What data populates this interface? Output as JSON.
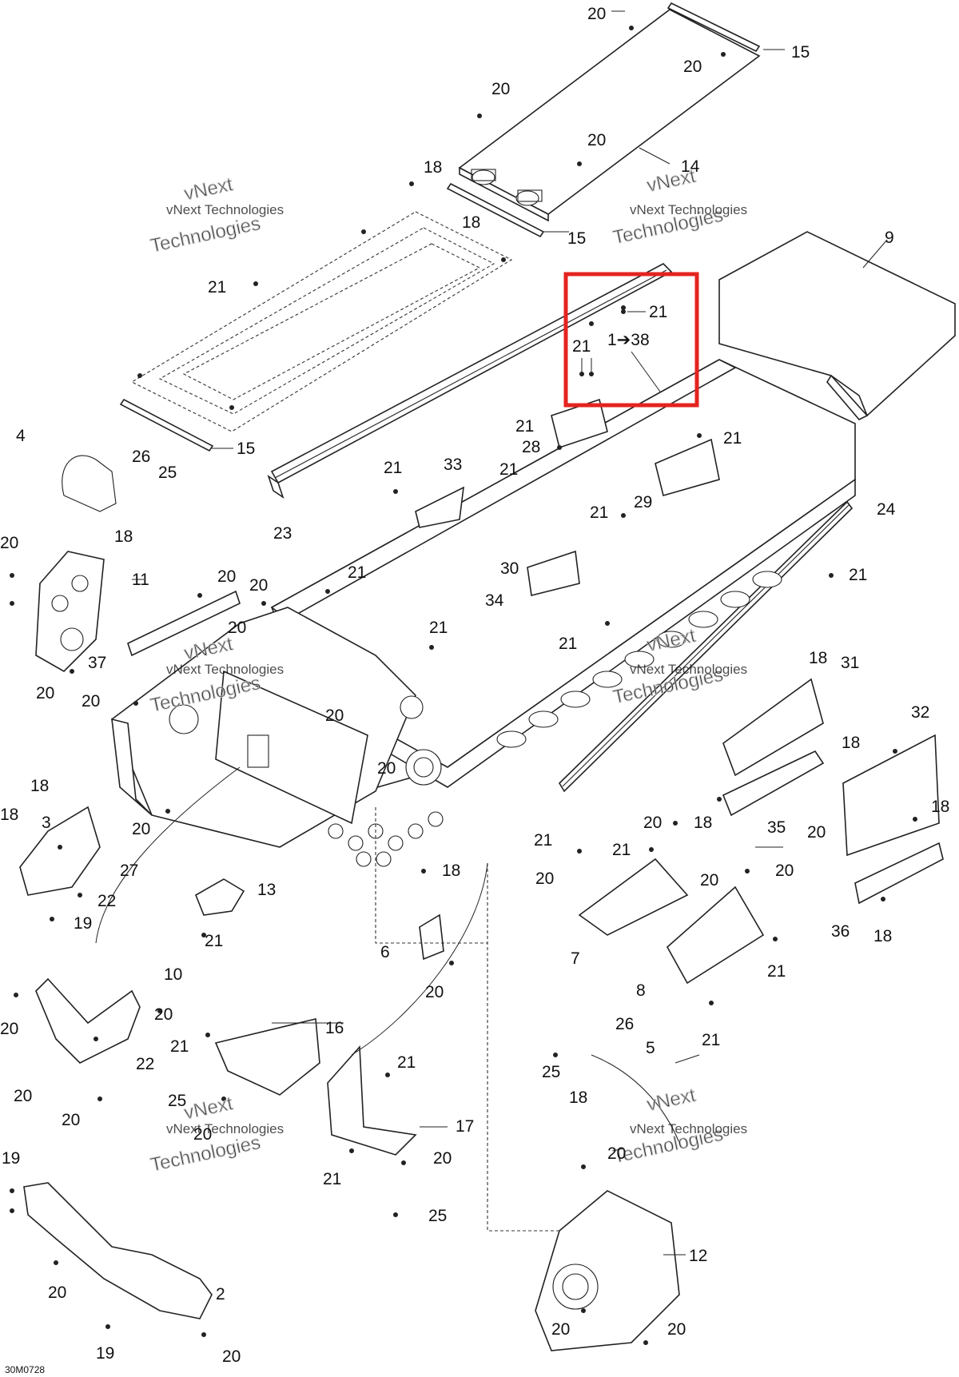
{
  "diagram": {
    "reference_code": "30M0728",
    "watermark": {
      "line1": "vNext",
      "line2": "Technologies",
      "small": "vNext Technologies"
    },
    "highlight_box": {
      "color": "#e4231f",
      "contents": [
        "21",
        "1➔38",
        "21"
      ]
    },
    "callouts": {
      "c20a": "20",
      "c15a": "15",
      "c20b": "20",
      "c20c": "20",
      "c20d": "20",
      "c14": "14",
      "c18a": "18",
      "c18b": "18",
      "c15b": "15",
      "c9": "9",
      "c21a": "21",
      "c21box1": "21",
      "c1to38": "1➔38",
      "c21box2": "21",
      "c15c": "15",
      "c4": "4",
      "c26a": "26",
      "c25a": "25",
      "c18c": "18",
      "c21b": "21",
      "c33": "33",
      "c21c": "21",
      "c28": "28",
      "c21d": "21",
      "c21e": "21",
      "c29": "29",
      "c23": "23",
      "c24": "24",
      "c21f": "21",
      "c30": "30",
      "c34": "34",
      "c21g": "21",
      "c20e": "20",
      "c11": "11",
      "c20f": "20",
      "c20g": "20",
      "c20h": "20",
      "c21h": "21",
      "c21i": "21",
      "c37": "37",
      "c20i": "20",
      "c20j": "20",
      "c20k": "20",
      "c18d": "18",
      "c31": "31",
      "c20l": "20",
      "c32": "32",
      "c20m": "20",
      "c18e": "18",
      "c18f": "18",
      "c3": "3",
      "c18g": "18",
      "c20n": "20",
      "c27": "27",
      "c35": "35",
      "c18h": "18",
      "c18i": "18",
      "c20o": "20",
      "c21j": "21",
      "c21k": "21",
      "c22a": "22",
      "c19a": "19",
      "c13": "13",
      "c20p": "20",
      "c20q": "20",
      "c20r": "20",
      "c21l": "21",
      "c6": "6",
      "c7": "7",
      "c36": "36",
      "c18j": "18",
      "c21m": "21",
      "c8": "8",
      "c10": "10",
      "c20s": "20",
      "c20t": "20",
      "c20u": "20",
      "c21n": "21",
      "c22b": "22",
      "c16": "16",
      "c26b": "26",
      "c5": "5",
      "c21o": "21",
      "c25b": "25",
      "c18k": "18",
      "c20v": "20",
      "c20w": "20",
      "c25c": "25",
      "c20x": "20",
      "c17": "17",
      "c21p": "21",
      "c20y": "20",
      "c19b": "19",
      "c20z": "20",
      "c12": "12",
      "c25d": "25",
      "c2": "2",
      "c20aa": "20",
      "c20ab": "20",
      "c19c": "19",
      "c20ac": "20",
      "c20ad": "20",
      "c21q": "21"
    }
  }
}
